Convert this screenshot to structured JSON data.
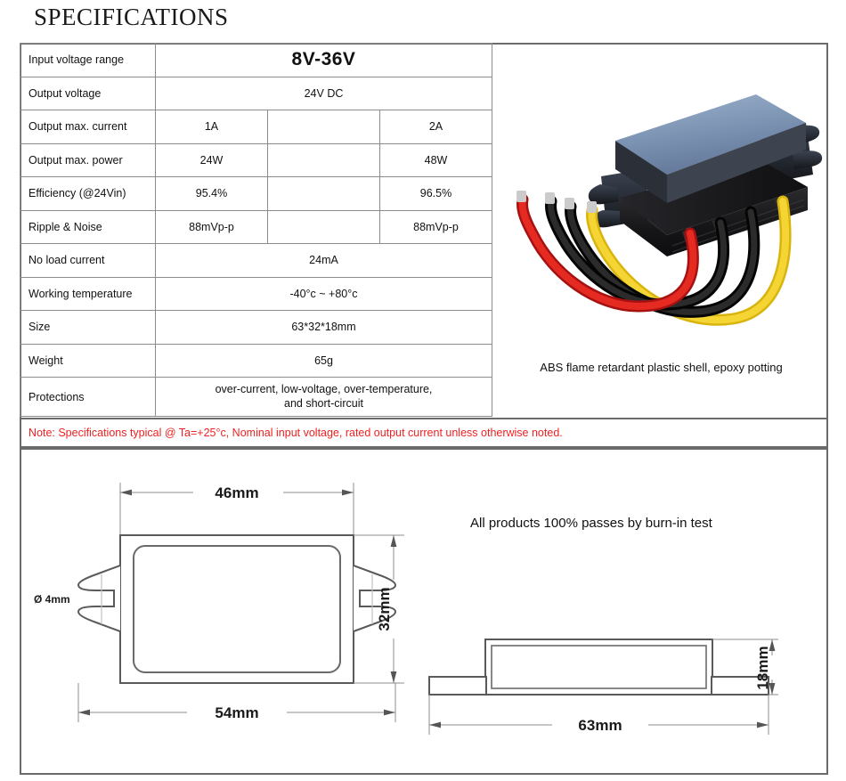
{
  "page": {
    "title": "SPECIFICATIONS"
  },
  "spec_table": {
    "rows": [
      {
        "label": "Input voltage range",
        "merged": true,
        "value": "8V-36V",
        "emphasis": "big"
      },
      {
        "label": "Output voltage",
        "merged": true,
        "value": "24V DC"
      },
      {
        "label": "Output max. current",
        "merged": false,
        "col1": "1A",
        "col2": "",
        "col3": "2A"
      },
      {
        "label": "Output max. power",
        "merged": false,
        "col1": "24W",
        "col2": "",
        "col3": "48W"
      },
      {
        "label": "Efficiency (@24Vin)",
        "merged": false,
        "col1": "95.4%",
        "col2": "",
        "col3": "96.5%"
      },
      {
        "label": "Ripple & Noise",
        "merged": false,
        "col1": "88mVp-p",
        "col2": "",
        "col3": "88mVp-p"
      },
      {
        "label": "No load current",
        "merged": true,
        "value": "24mA"
      },
      {
        "label": "Working temperature",
        "merged": true,
        "value": "-40°c ~ +80°c"
      },
      {
        "label": "Size",
        "merged": true,
        "value": "63*32*18mm"
      },
      {
        "label": "Weight",
        "merged": true,
        "value": "65g"
      },
      {
        "label": "Protections",
        "merged": true,
        "value": "over-current, low-voltage, over-temperature,\nand short-circuit",
        "multiline": true
      }
    ]
  },
  "note": {
    "text": "Note: Specifications typical @ Ta=+25°c, Nominal input voltage, rated output current unless otherwise noted.",
    "color": "#ee2222"
  },
  "photo": {
    "caption": "ABS flame retardant plastic shell, epoxy potting",
    "shell_top_color": "#7e95b4",
    "shell_body_color": "#141414",
    "wire_colors": [
      "#e02020",
      "#1c1c1c",
      "#1c1c1c",
      "#f2cc12"
    ]
  },
  "drawings": {
    "burnin_caption": "All products 100% passes by burn-in test",
    "top_view": {
      "width_inner": "46mm",
      "width_outer": "54mm",
      "height": "32mm",
      "hole": "Ø 4mm"
    },
    "side_view": {
      "length": "63mm",
      "height": "18mm"
    }
  }
}
